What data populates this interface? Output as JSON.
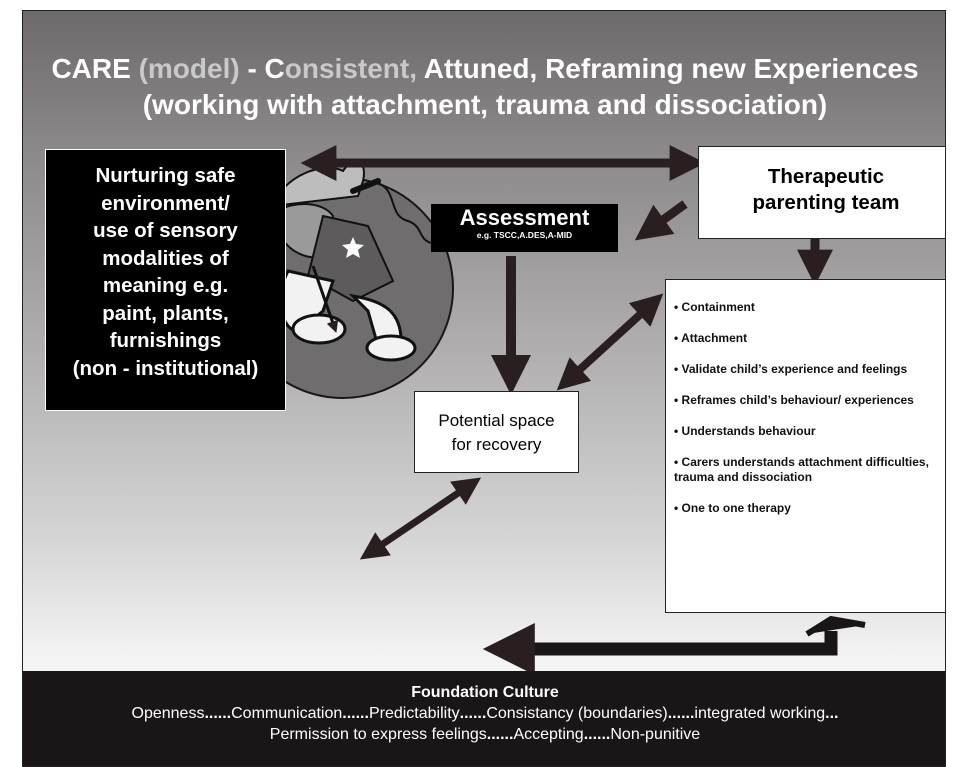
{
  "title": {
    "line1_a": "CARE ",
    "line1_b": "(model)",
    "line1_c": " - C",
    "line1_d": "onsistent, ",
    "line1_e": "Attuned, Reframing new Experiences",
    "line2": "(working with attachment, trauma and dissociation)"
  },
  "nurture_lines": [
    "Nurturing safe",
    "environment/",
    "use of sensory",
    "modalities of",
    "meaning e.g.",
    "paint, plants,",
    "furnishings",
    "(non - institutional)"
  ],
  "assessment": {
    "title": "Assessment",
    "subtitle": "e.g. TSCC,A.DES,A-MID"
  },
  "team_lines": [
    "Therapeutic",
    "parenting team"
  ],
  "space_lines": [
    "Potential space",
    "for recovery"
  ],
  "list_items": [
    "• Containment",
    "• Attachment",
    "• Validate child’s experience and feelings",
    "• Reframes child’s behaviour/ experiences",
    "• Understands behaviour",
    "• Carers understands attachment difficulties, trauma and dissociation",
    "• One to one therapy"
  ],
  "footer": {
    "title": "Foundation Culture",
    "line1": [
      {
        "t": "Openness",
        "b": false
      },
      {
        "t": "......",
        "b": true
      },
      {
        "t": "Communication",
        "b": false
      },
      {
        "t": "......",
        "b": true
      },
      {
        "t": "Predictability",
        "b": false
      },
      {
        "t": "......",
        "b": true
      },
      {
        "t": "Consistancy (boundaries)",
        "b": false
      },
      {
        "t": "......",
        "b": true
      },
      {
        "t": "integrated working",
        "b": false
      },
      {
        "t": "...",
        "b": true
      }
    ],
    "line2": [
      {
        "t": "Permission to express feelings",
        "b": false
      },
      {
        "t": "......",
        "b": true
      },
      {
        "t": "Accepting",
        "b": false
      },
      {
        "t": "......",
        "b": true
      },
      {
        "t": "Non-punitive",
        "b": false
      }
    ]
  },
  "colors": {
    "arrow": "#2a1f20",
    "dark": "#1a1617"
  }
}
